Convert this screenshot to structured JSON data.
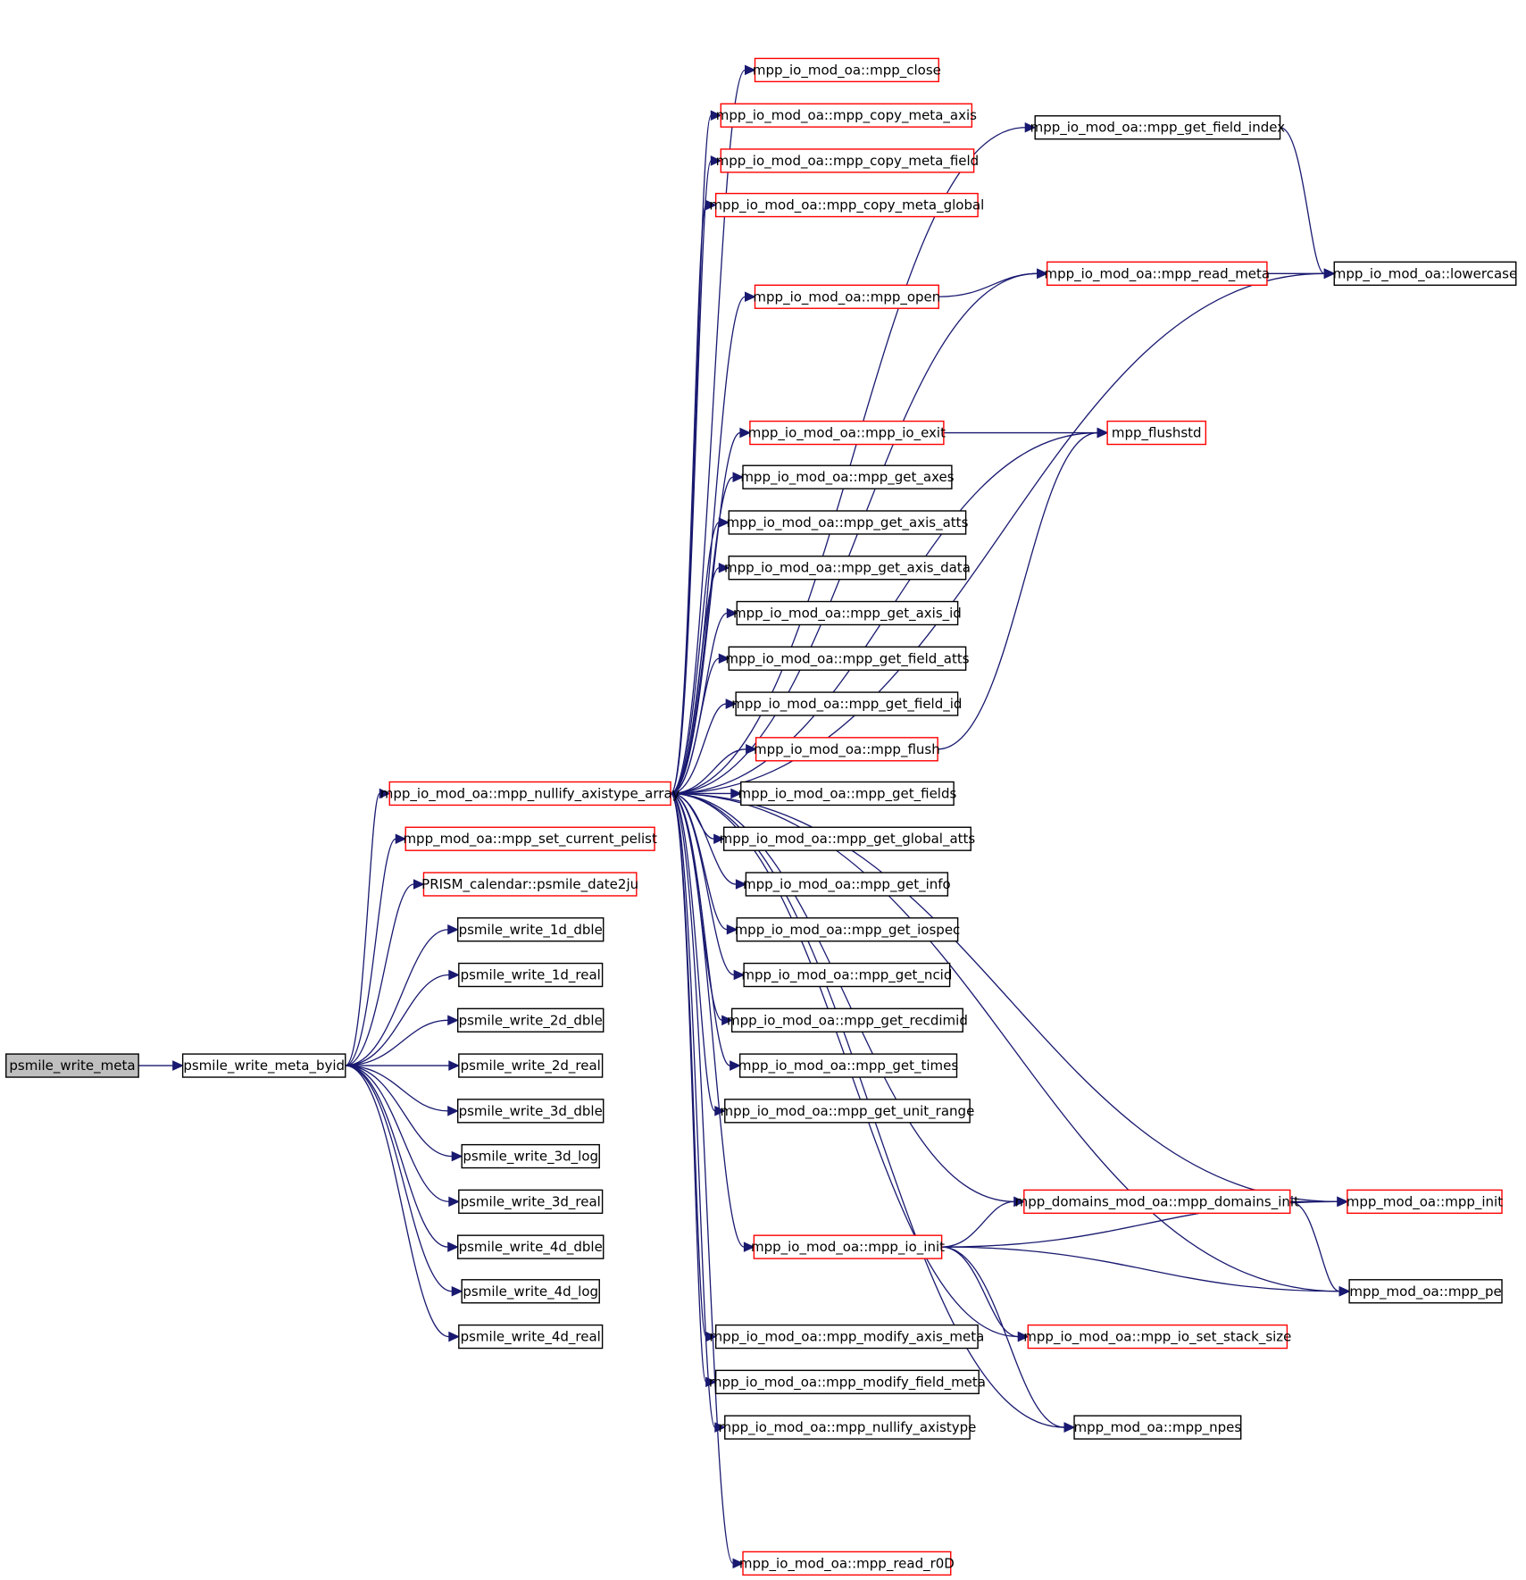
{
  "nodes": {
    "n_root": {
      "label": "psmile_write_meta",
      "style": "root"
    },
    "n_byid": {
      "label": "psmile_write_meta_byid",
      "style": "black"
    },
    "n_nullify_arr": {
      "label": "mpp_io_mod_oa::mpp_nullify_axistype_array",
      "style": "red"
    },
    "n_set_pelist": {
      "label": "mpp_mod_oa::mpp_set_current_pelist",
      "style": "red"
    },
    "n_date2ju": {
      "label": "PRISM_calendar::psmile_date2ju",
      "style": "red"
    },
    "n_w1dd": {
      "label": "psmile_write_1d_dble",
      "style": "black"
    },
    "n_w1dr": {
      "label": "psmile_write_1d_real",
      "style": "black"
    },
    "n_w2dd": {
      "label": "psmile_write_2d_dble",
      "style": "black"
    },
    "n_w2dr": {
      "label": "psmile_write_2d_real",
      "style": "black"
    },
    "n_w3dd": {
      "label": "psmile_write_3d_dble",
      "style": "black"
    },
    "n_w3dl": {
      "label": "psmile_write_3d_log",
      "style": "black"
    },
    "n_w3dr": {
      "label": "psmile_write_3d_real",
      "style": "black"
    },
    "n_w4dd": {
      "label": "psmile_write_4d_dble",
      "style": "black"
    },
    "n_w4dl": {
      "label": "psmile_write_4d_log",
      "style": "black"
    },
    "n_w4dr": {
      "label": "psmile_write_4d_real",
      "style": "black"
    },
    "n_close": {
      "label": "mpp_io_mod_oa::mpp_close",
      "style": "red"
    },
    "n_cp_axis": {
      "label": "mpp_io_mod_oa::mpp_copy_meta_axis",
      "style": "red"
    },
    "n_cp_field": {
      "label": "mpp_io_mod_oa::mpp_copy_meta_field",
      "style": "red"
    },
    "n_cp_global": {
      "label": "mpp_io_mod_oa::mpp_copy_meta_global",
      "style": "red"
    },
    "n_open": {
      "label": "mpp_io_mod_oa::mpp_open",
      "style": "red"
    },
    "n_io_exit": {
      "label": "mpp_io_mod_oa::mpp_io_exit",
      "style": "red"
    },
    "n_get_axes": {
      "label": "mpp_io_mod_oa::mpp_get_axes",
      "style": "black"
    },
    "n_get_axis_atts": {
      "label": "mpp_io_mod_oa::mpp_get_axis_atts",
      "style": "black"
    },
    "n_get_axis_data": {
      "label": "mpp_io_mod_oa::mpp_get_axis_data",
      "style": "black"
    },
    "n_get_axis_id": {
      "label": "mpp_io_mod_oa::mpp_get_axis_id",
      "style": "black"
    },
    "n_get_field_atts": {
      "label": "mpp_io_mod_oa::mpp_get_field_atts",
      "style": "black"
    },
    "n_get_field_id": {
      "label": "mpp_io_mod_oa::mpp_get_field_id",
      "style": "black"
    },
    "n_flush": {
      "label": "mpp_io_mod_oa::mpp_flush",
      "style": "red"
    },
    "n_get_fields": {
      "label": "mpp_io_mod_oa::mpp_get_fields",
      "style": "black"
    },
    "n_get_global_atts": {
      "label": "mpp_io_mod_oa::mpp_get_global_atts",
      "style": "black"
    },
    "n_get_info": {
      "label": "mpp_io_mod_oa::mpp_get_info",
      "style": "black"
    },
    "n_get_iospec": {
      "label": "mpp_io_mod_oa::mpp_get_iospec",
      "style": "black"
    },
    "n_get_ncid": {
      "label": "mpp_io_mod_oa::mpp_get_ncid",
      "style": "black"
    },
    "n_get_recdimid": {
      "label": "mpp_io_mod_oa::mpp_get_recdimid",
      "style": "black"
    },
    "n_get_times": {
      "label": "mpp_io_mod_oa::mpp_get_times",
      "style": "black"
    },
    "n_get_unit_range": {
      "label": "mpp_io_mod_oa::mpp_get_unit_range",
      "style": "black"
    },
    "n_io_init": {
      "label": "mpp_io_mod_oa::mpp_io_init",
      "style": "red"
    },
    "n_mod_axis_meta": {
      "label": "mpp_io_mod_oa::mpp_modify_axis_meta",
      "style": "black"
    },
    "n_mod_field_meta": {
      "label": "mpp_io_mod_oa::mpp_modify_field_meta",
      "style": "black"
    },
    "n_nullify_axt": {
      "label": "mpp_io_mod_oa::mpp_nullify_axistype",
      "style": "black"
    },
    "n_read_r0d": {
      "label": "mpp_io_mod_oa::mpp_read_r0D",
      "style": "red"
    },
    "n_field_index": {
      "label": "mpp_io_mod_oa::mpp_get_field_index",
      "style": "black"
    },
    "n_read_meta": {
      "label": "mpp_io_mod_oa::mpp_read_meta",
      "style": "red"
    },
    "n_lowercase": {
      "label": "mpp_io_mod_oa::lowercase",
      "style": "black"
    },
    "n_flushstd": {
      "label": "mpp_flushstd",
      "style": "red"
    },
    "n_domains_init": {
      "label": "mpp_domains_mod_oa::mpp_domains_init",
      "style": "red"
    },
    "n_mpp_init": {
      "label": "mpp_mod_oa::mpp_init",
      "style": "red"
    },
    "n_mpp_pe": {
      "label": "mpp_mod_oa::mpp_pe",
      "style": "black"
    },
    "n_stack_size": {
      "label": "mpp_io_mod_oa::mpp_io_set_stack_size",
      "style": "red"
    },
    "n_npes": {
      "label": "mpp_mod_oa::mpp_npes",
      "style": "black"
    }
  },
  "edges": [
    [
      "n_root",
      "n_byid"
    ],
    [
      "n_byid",
      "n_nullify_arr"
    ],
    [
      "n_byid",
      "n_set_pelist"
    ],
    [
      "n_byid",
      "n_date2ju"
    ],
    [
      "n_byid",
      "n_w1dd"
    ],
    [
      "n_byid",
      "n_w1dr"
    ],
    [
      "n_byid",
      "n_w2dd"
    ],
    [
      "n_byid",
      "n_w2dr"
    ],
    [
      "n_byid",
      "n_w3dd"
    ],
    [
      "n_byid",
      "n_w3dl"
    ],
    [
      "n_byid",
      "n_w3dr"
    ],
    [
      "n_byid",
      "n_w4dd"
    ],
    [
      "n_byid",
      "n_w4dl"
    ],
    [
      "n_byid",
      "n_w4dr"
    ],
    [
      "n_nullify_arr",
      "n_close"
    ],
    [
      "n_nullify_arr",
      "n_cp_axis"
    ],
    [
      "n_nullify_arr",
      "n_cp_field"
    ],
    [
      "n_nullify_arr",
      "n_cp_global"
    ],
    [
      "n_nullify_arr",
      "n_open"
    ],
    [
      "n_nullify_arr",
      "n_io_exit"
    ],
    [
      "n_nullify_arr",
      "n_get_axes"
    ],
    [
      "n_nullify_arr",
      "n_get_axis_atts"
    ],
    [
      "n_nullify_arr",
      "n_get_axis_data"
    ],
    [
      "n_nullify_arr",
      "n_get_axis_id"
    ],
    [
      "n_nullify_arr",
      "n_get_field_atts"
    ],
    [
      "n_nullify_arr",
      "n_get_field_id"
    ],
    [
      "n_nullify_arr",
      "n_flush"
    ],
    [
      "n_nullify_arr",
      "n_get_fields"
    ],
    [
      "n_nullify_arr",
      "n_get_global_atts"
    ],
    [
      "n_nullify_arr",
      "n_get_info"
    ],
    [
      "n_nullify_arr",
      "n_get_iospec"
    ],
    [
      "n_nullify_arr",
      "n_get_ncid"
    ],
    [
      "n_nullify_arr",
      "n_get_recdimid"
    ],
    [
      "n_nullify_arr",
      "n_get_times"
    ],
    [
      "n_nullify_arr",
      "n_get_unit_range"
    ],
    [
      "n_nullify_arr",
      "n_io_init"
    ],
    [
      "n_nullify_arr",
      "n_mod_axis_meta"
    ],
    [
      "n_nullify_arr",
      "n_mod_field_meta"
    ],
    [
      "n_nullify_arr",
      "n_nullify_axt"
    ],
    [
      "n_nullify_arr",
      "n_read_r0d"
    ],
    [
      "n_nullify_arr",
      "n_field_index"
    ],
    [
      "n_nullify_arr",
      "n_read_meta"
    ],
    [
      "n_nullify_arr",
      "n_lowercase"
    ],
    [
      "n_nullify_arr",
      "n_flushstd"
    ],
    [
      "n_nullify_arr",
      "n_mpp_init"
    ],
    [
      "n_nullify_arr",
      "n_domains_init"
    ],
    [
      "n_nullify_arr",
      "n_stack_size"
    ],
    [
      "n_nullify_arr",
      "n_npes"
    ],
    [
      "n_nullify_arr",
      "n_mpp_pe"
    ],
    [
      "n_field_index",
      "n_lowercase"
    ],
    [
      "n_open",
      "n_read_meta"
    ],
    [
      "n_read_meta",
      "n_lowercase"
    ],
    [
      "n_io_exit",
      "n_flushstd"
    ],
    [
      "n_flush",
      "n_flushstd"
    ],
    [
      "n_domains_init",
      "n_mpp_init"
    ],
    [
      "n_domains_init",
      "n_mpp_pe"
    ],
    [
      "n_io_init",
      "n_domains_init"
    ],
    [
      "n_io_init",
      "n_mpp_init"
    ],
    [
      "n_io_init",
      "n_mpp_pe"
    ],
    [
      "n_io_init",
      "n_stack_size"
    ],
    [
      "n_io_init",
      "n_npes"
    ]
  ]
}
